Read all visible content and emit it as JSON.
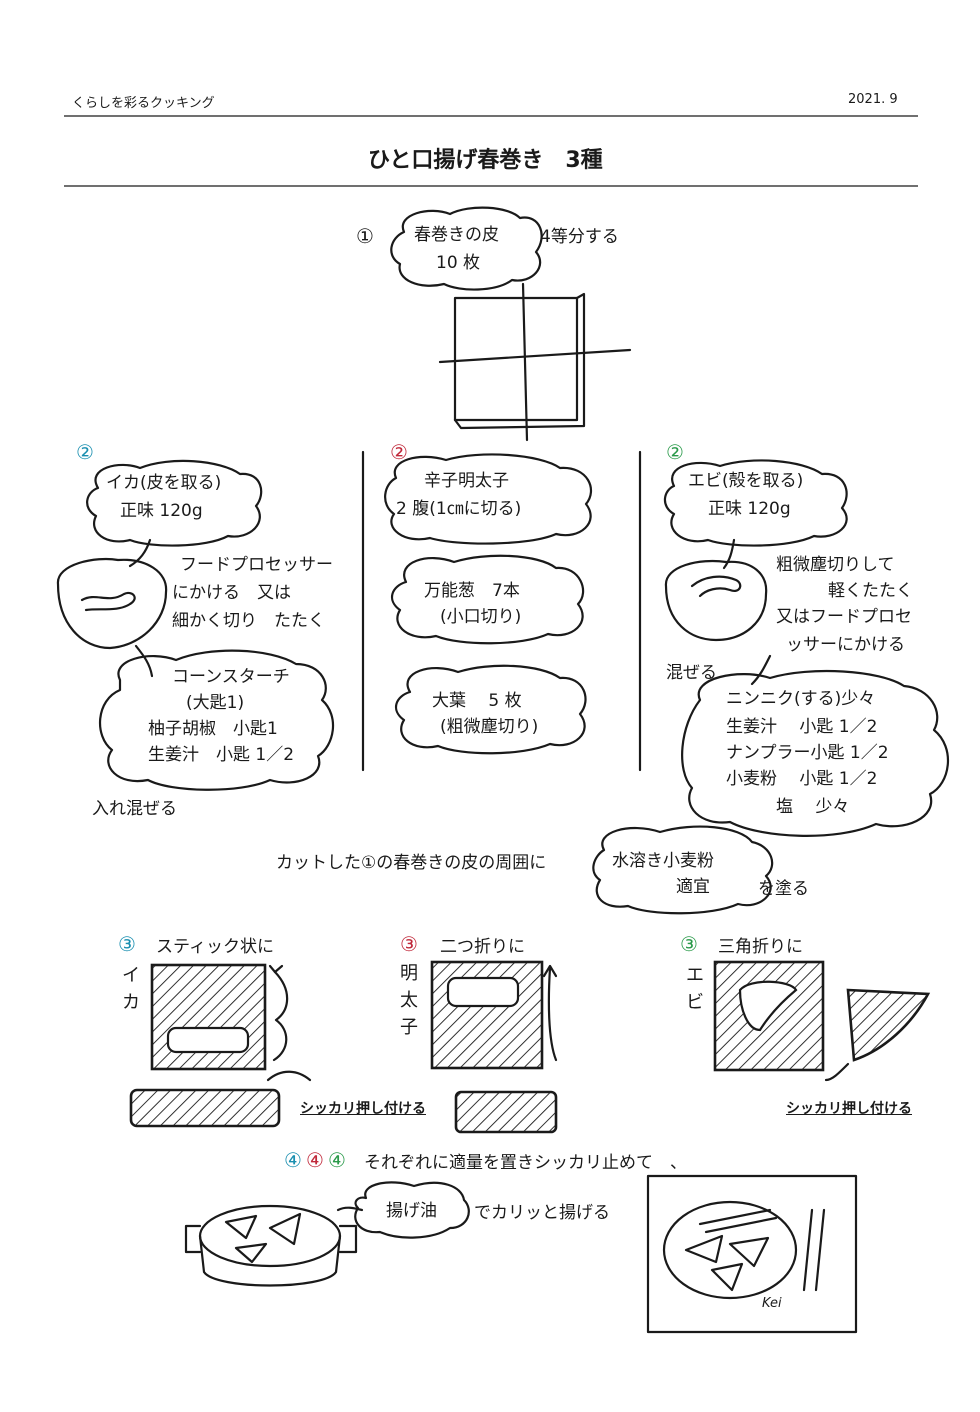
{
  "header": {
    "left": "くらしを彩るクッキング",
    "right": "2021. 9"
  },
  "title": "ひと口揚げ春巻き　3種",
  "step1": {
    "num": "①",
    "bubble_line1": "春巻きの皮",
    "bubble_line2": "10 枚",
    "note": "4等分する"
  },
  "col_squid": {
    "num": "②",
    "num_color": "#1a8fb0",
    "bubble_line1": "イカ(皮を取る)",
    "bubble_line2": "正味 120g",
    "note1": "フードプロセッサー",
    "note2": "にかける　又は",
    "note3": "細かく切り　たたく",
    "seasoning": [
      "コーンスターチ",
      "(大匙1)",
      "柚子胡椒　小匙1",
      "生姜汁　小匙 1／2"
    ],
    "mix": "入れ混ぜる"
  },
  "col_mentaiko": {
    "num": "②",
    "num_color": "#c0283a",
    "bubble1": [
      "辛子明太子",
      "2 腹(1㎝に切る)"
    ],
    "bubble2": [
      "万能葱　7本",
      "(小口切り)"
    ],
    "bubble3": [
      "大葉　 5 枚",
      "(粗微塵切り)"
    ]
  },
  "col_shrimp": {
    "num": "②",
    "num_color": "#2a9a4a",
    "bubble_line1": "エビ(殻を取る)",
    "bubble_line2": "正味 120g",
    "note": [
      "粗微塵切りして",
      "軽くたたく",
      "又はフードプロセ",
      "ッサーにかける"
    ],
    "mix": "混ぜる",
    "seasoning": [
      "ニンニク(する)少々",
      "生姜汁　 小匙 1／2",
      "ナンプラー小匙 1／2",
      "小麦粉　 小匙 1／2",
      "塩　 少々"
    ]
  },
  "wash": {
    "before": "カットした①の春巻きの皮の周囲に",
    "bubble_line1": "水溶き小麦粉",
    "bubble_line2": "適宜",
    "after": "を塗る"
  },
  "step3": [
    {
      "num": "③",
      "color": "#1a8fb0",
      "label": "スティック状に",
      "vertical": "イカ",
      "press": "シッカリ押し付ける"
    },
    {
      "num": "③",
      "color": "#c0283a",
      "label": "二つ折りに",
      "vertical": "明太子"
    },
    {
      "num": "③",
      "color": "#2a9a4a",
      "label": "三角折りに",
      "vertical": "エビ",
      "press": "シッカリ押し付ける"
    }
  ],
  "step4": {
    "nums": [
      {
        "num": "④",
        "color": "#1a8fb0"
      },
      {
        "num": "④",
        "color": "#c0283a"
      },
      {
        "num": "④",
        "color": "#2a9a4a"
      }
    ],
    "text": "それぞれに適量を置きシッカリ止めて　、",
    "bubble": "揚げ油",
    "fry": "でカリッと揚げる",
    "signature": "Kei"
  }
}
